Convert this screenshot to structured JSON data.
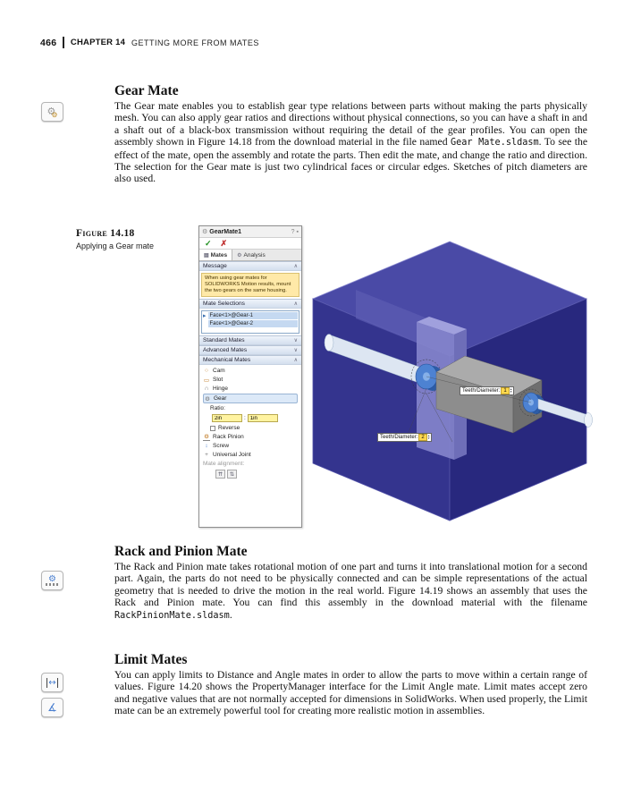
{
  "header": {
    "page_number": "466",
    "chapter_label": "CHAPTER 14",
    "chapter_title": "GETTING MORE FROM MATES"
  },
  "gear_section": {
    "title": "Gear Mate",
    "body_1": "The Gear mate enables you to establish gear type relations between parts without making the parts physically mesh. You can also apply gear ratios and directions without physical connections, so you can have a shaft in and a shaft out of a black-box transmission without requiring the detail of the gear profiles. You can open the assembly shown in Figure 14.18 from the download material in the file named ",
    "code_1": "Gear Mate.sldasm",
    "body_2": ". To see the effect of the mate, open the assembly and rotate the parts. Then edit the mate, and change the ratio and direction. The selection for the Gear mate is just two cylindrical faces or circular edges. Sketches of pitch diameters are also used."
  },
  "figure": {
    "label": "Figure 14.18",
    "caption": "Applying a Gear mate",
    "callout_1_label": "Teeth/Diameter:",
    "callout_1_value": "1",
    "callout_2_label": "Teeth/Diameter:",
    "callout_2_value": "2",
    "panel": {
      "title": "GearMate1",
      "tabs": [
        {
          "label": "Mates"
        },
        {
          "label": "Analysis"
        }
      ],
      "sections": {
        "message": "Message",
        "mate_selections": "Mate Selections",
        "standard": "Standard Mates",
        "advanced": "Advanced Mates",
        "mechanical": "Mechanical Mates"
      },
      "message_text": "When using gear mates for SOLIDWORKS Motion results, mount the two gears on the same housing.",
      "selections": [
        {
          "text": "Face<1>@Gear-1"
        },
        {
          "text": "Face<1>@Gear-2"
        }
      ],
      "mechanical_items": [
        {
          "icon": "○",
          "label": "Cam"
        },
        {
          "icon": "▭",
          "label": "Slot"
        },
        {
          "icon": "∩",
          "label": "Hinge"
        },
        {
          "icon": "⚙",
          "label": "Gear"
        },
        {
          "icon": "⚙",
          "label": "Rack Pinion"
        },
        {
          "icon": "↕",
          "label": "Screw"
        },
        {
          "icon": "+",
          "label": "Universal Joint"
        }
      ],
      "ratio_label": "Ratio:",
      "ratio_value_1": "2in",
      "ratio_separator": ":",
      "ratio_value_2": "1in",
      "reverse_label": "Reverse",
      "mate_alignment_label": "Mate alignment:"
    }
  },
  "rack_section": {
    "title": "Rack and Pinion Mate",
    "body_1": "The Rack and Pinion mate takes rotational motion of one part and turns it into translational motion for a second part. Again, the parts do not need to be physically connected and can be simple representations of the actual geometry that is needed to drive the motion in the real world. Figure 14.19 shows an assembly that uses the Rack and Pinion mate. You can find this assembly in the download material with the filename ",
    "code_1": "RackPinionMate.sldasm",
    "body_2": "."
  },
  "limit_section": {
    "title": "Limit Mates",
    "body": "You can apply limits to Distance and Angle mates in order to allow the parts to move within a certain range of values. Figure 14.20 shows the PropertyManager interface for the Limit Angle mate. Limit mates accept zero and negative values that are not normally accepted for dimensions in SolidWorks. When used properly, the Limit mate can be an extremely powerful tool for creating more realistic motion in assemblies."
  },
  "icons": {
    "gear": "⚙",
    "check": "✓",
    "cross": "✗",
    "help": "?",
    "pin": "▪",
    "chevron_up": "∧",
    "chevron_down": "∨",
    "mates_tab": "▤",
    "selection_arrow": "▸",
    "spin_up": "▴",
    "spin_down": "▾",
    "align1": "⇈",
    "align2": "⇅",
    "arrow_lr": "↔",
    "angle": "∡"
  },
  "colors": {
    "housing_blue": "#34348e",
    "gear_blue": "#4d82d2",
    "input_yellow": "#fff3a0",
    "selection_blue": "#c5d9f1",
    "message_yellow": "#ffe9a8"
  }
}
